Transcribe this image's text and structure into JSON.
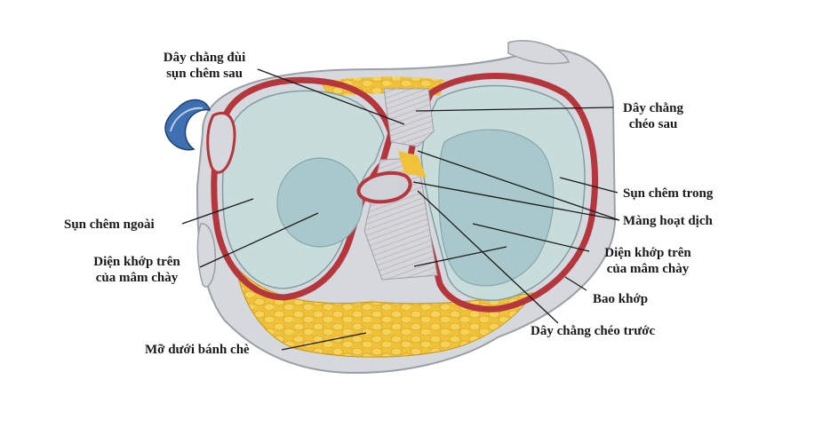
{
  "labels": {
    "femoral_ligament": [
      "Dây chằng đùi",
      "sụn chêm sau"
    ],
    "posterior_cruciate": [
      "Dây chằng",
      "chéo sau"
    ],
    "medial_meniscus": "Sụn chêm trong",
    "synovial_membrane": "Màng hoạt dịch",
    "medial_articular_surface": [
      "Diện khớp trên",
      "của mâm chày"
    ],
    "joint_capsule": "Bao khớp",
    "anterior_cruciate": "Dây chằng chéo trước",
    "lateral_meniscus": "Sụn chêm ngoài",
    "lateral_articular_surface": [
      "Diện khớp trên",
      "của mâm chày"
    ],
    "infrapatellar_fat": "Mỡ dưới bánh chè"
  },
  "colors": {
    "capsule": "#d5d9dd",
    "synovium": "#b5363d",
    "fat": "#f0c23a",
    "cartilage": "#a9c8cb",
    "meniscus": "#c8dcdc",
    "ligament": "#cfcfd2",
    "tendon": "#3e6fb0"
  }
}
